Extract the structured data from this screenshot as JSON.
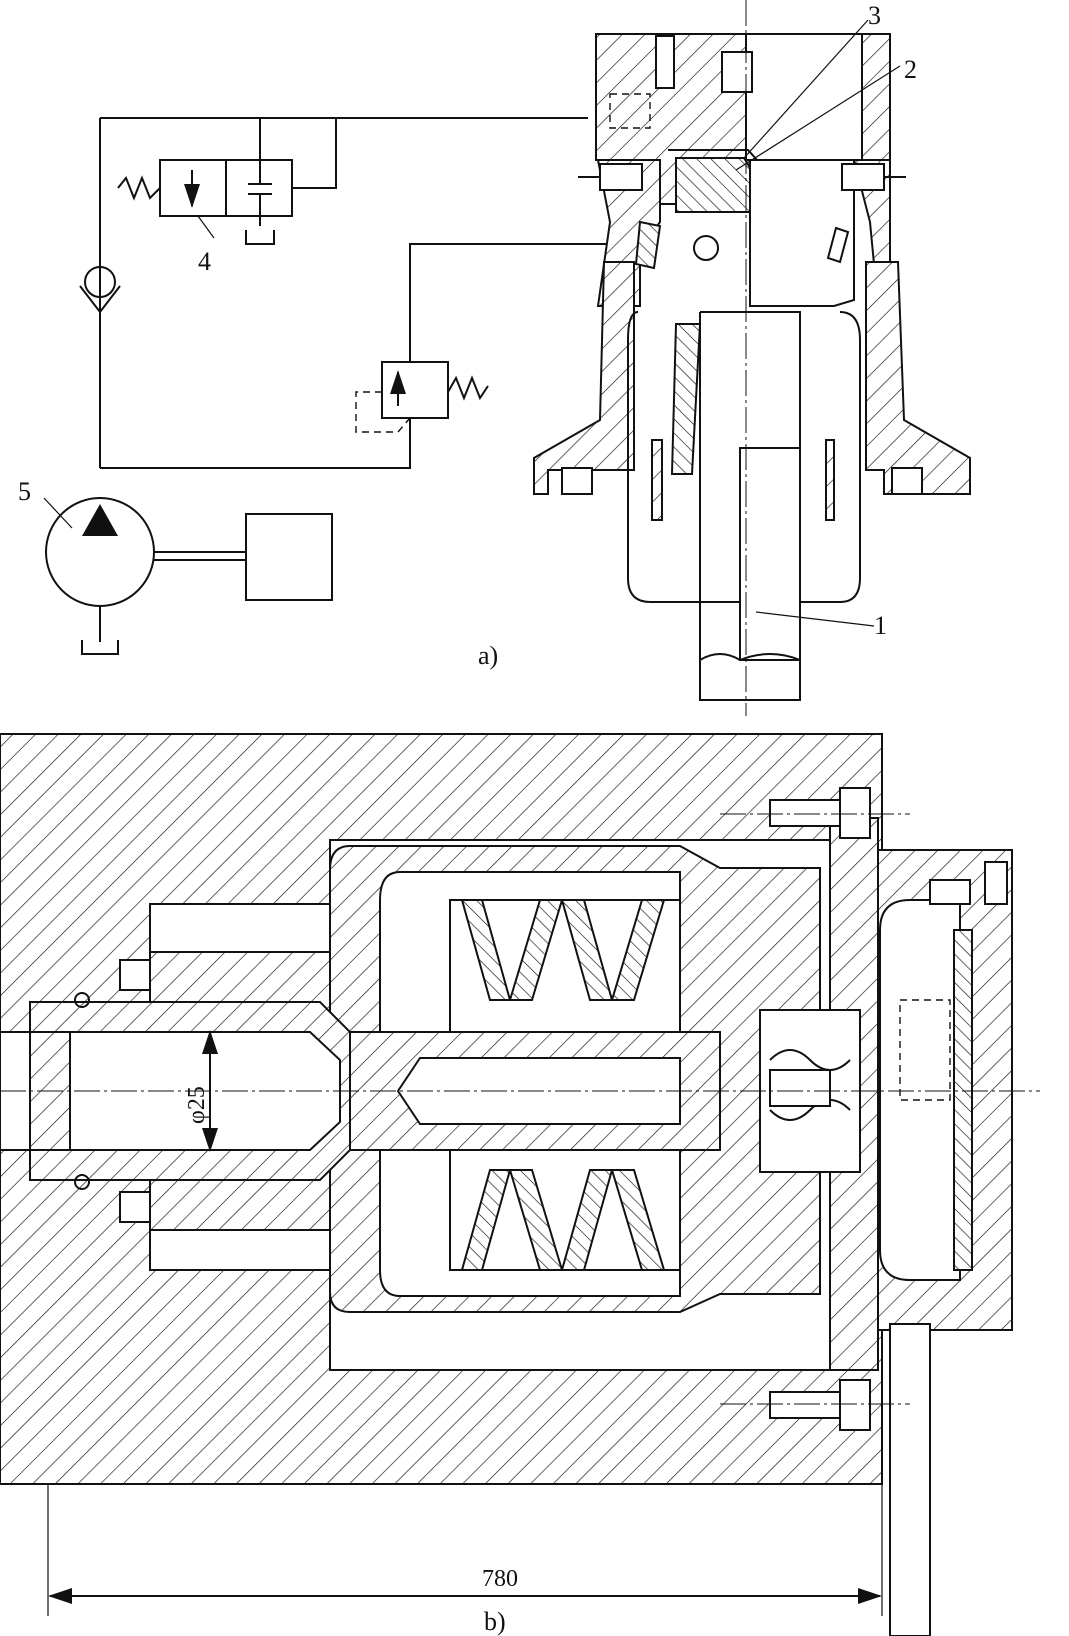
{
  "figure_a": {
    "caption": "a)",
    "part_labels": [
      "1",
      "2",
      "3",
      "4",
      "5"
    ]
  },
  "figure_b": {
    "caption": "b)",
    "diameter_label": "φ25",
    "overall_length": "780"
  }
}
